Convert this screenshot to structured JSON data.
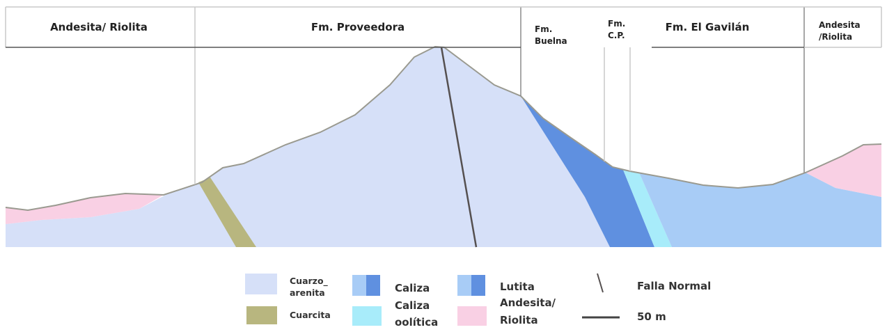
{
  "header": {
    "formations": [
      {
        "label": "Andesita/ Riolita"
      },
      {
        "label": "Fm. Proveedora"
      },
      {
        "label_lines": [
          "Fm.",
          "Buelna"
        ]
      },
      {
        "label_lines": [
          "Fm.",
          "C.P."
        ]
      },
      {
        "label": "Fm. El Gavilán"
      },
      {
        "label_lines": [
          "Andesita",
          "/Riolita"
        ]
      }
    ]
  },
  "legend": {
    "cuarzo_arenita": [
      "Cuarzo_",
      "arenita"
    ],
    "cuarcita": "Cuarcita",
    "caliza": "Caliza",
    "caliza_oolitica": [
      "Caliza",
      "oolítica"
    ],
    "lutita": "Lutita",
    "andesita_riolita": [
      "Andesita/",
      "Riolita"
    ],
    "falla_normal": "Falla Normal",
    "scale": "50 m"
  },
  "colors": {
    "cuarzo_arenita": "#d6e0f8",
    "cuarcita": "#b8b67f",
    "caliza_light": "#a8ccf6",
    "caliza_dark": "#5f90e0",
    "caliza_oolitica": "#a8ecfa",
    "lutita": "#5f90e0",
    "andesita_riolita": "#f9d0e4",
    "topography": "#9a9a90",
    "fault": "#555050"
  }
}
